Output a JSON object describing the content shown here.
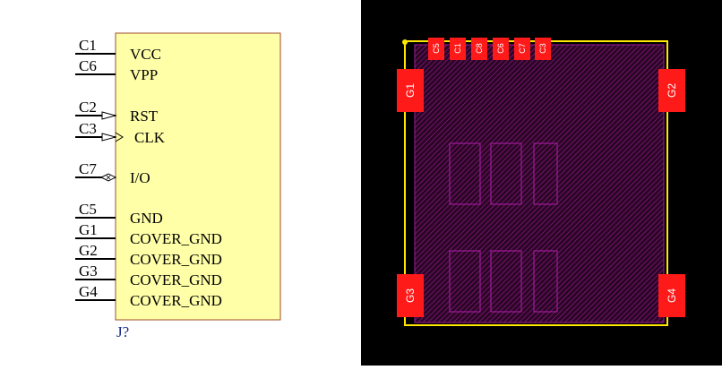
{
  "schematic": {
    "body_fill": "#ffffa8",
    "body_stroke": "#a04a2a",
    "pin_color": "#000000",
    "pin_text_color": "#000000",
    "designator": "J?",
    "designator_color": "#1a2a8a",
    "pins": [
      {
        "number": "C1",
        "name": "VCC",
        "type": "passive"
      },
      {
        "number": "C6",
        "name": "VPP",
        "type": "passive"
      },
      {
        "number": "C2",
        "name": "RST",
        "type": "input"
      },
      {
        "number": "C3",
        "name": "CLK",
        "type": "clock"
      },
      {
        "number": "C7",
        "name": "I/O",
        "type": "bidirectional"
      },
      {
        "number": "C5",
        "name": "GND",
        "type": "passive"
      },
      {
        "number": "G1",
        "name": "COVER_GND",
        "type": "passive"
      },
      {
        "number": "G2",
        "name": "COVER_GND",
        "type": "passive"
      },
      {
        "number": "G3",
        "name": "COVER_GND",
        "type": "passive"
      },
      {
        "number": "G4",
        "name": "COVER_GND",
        "type": "passive"
      }
    ]
  },
  "footprint": {
    "background": "#000000",
    "hatch_color": "#a01a9a",
    "overlay_color": "#ffe600",
    "pad_color": "#ff1a1a",
    "pad_text_color": "#ffffff",
    "top_pads": [
      "C5",
      "C1",
      "C8",
      "C6",
      "C7",
      "C3"
    ],
    "corner_pads": [
      "G1",
      "G2",
      "G3",
      "G4"
    ],
    "contact_pad_count": 6
  }
}
